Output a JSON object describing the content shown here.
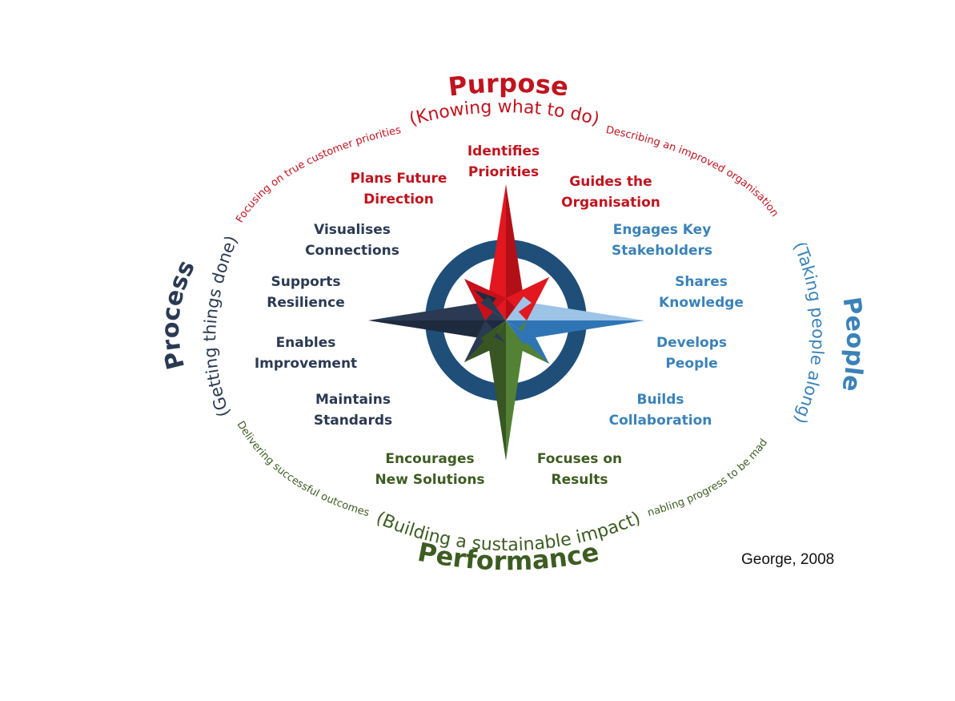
{
  "colors": {
    "purpose": "#c0141e",
    "process": "#2b3a52",
    "people": "#3a82b8",
    "performance": "#3d5c22",
    "ring": "#1f4e79"
  },
  "arcs": {
    "purpose_title": "Purpose",
    "purpose_subtitle": "(Knowing what to do)",
    "purpose_left": "Focusing on true customer priorities",
    "purpose_right": "Describing an improved organisation",
    "people_title": "People",
    "people_subtitle": "(Taking people along)",
    "process_title": "Process",
    "process_subtitle": "(Getting things done)",
    "performance_title": "Performance",
    "performance_subtitle": "(Building a sustainable impact)",
    "performance_left": "Delivering successful outcomes",
    "performance_right": "Enabling progress to be made"
  },
  "labels": {
    "identifies_priorities": "Identifies\nPriorities",
    "plans_future_direction": "Plans Future\nDirection",
    "guides_the_organisation": "Guides the\nOrganisation",
    "visualises_connections": "Visualises\nConnections",
    "supports_resilience": "Supports\nResilience",
    "enables_improvement": "Enables\nImprovement",
    "maintains_standards": "Maintains\nStandards",
    "engages_key_stakeholders": "Engages Key\nStakeholders",
    "shares_knowledge": "Shares\nKnowledge",
    "develops_people": "Develops\nPeople",
    "builds_collaboration": "Builds\nCollaboration",
    "encourages_new_solutions": "Encourages\nNew Solutions",
    "focuses_on_results": "Focuses on\nResults"
  },
  "citation": "George, 2008"
}
